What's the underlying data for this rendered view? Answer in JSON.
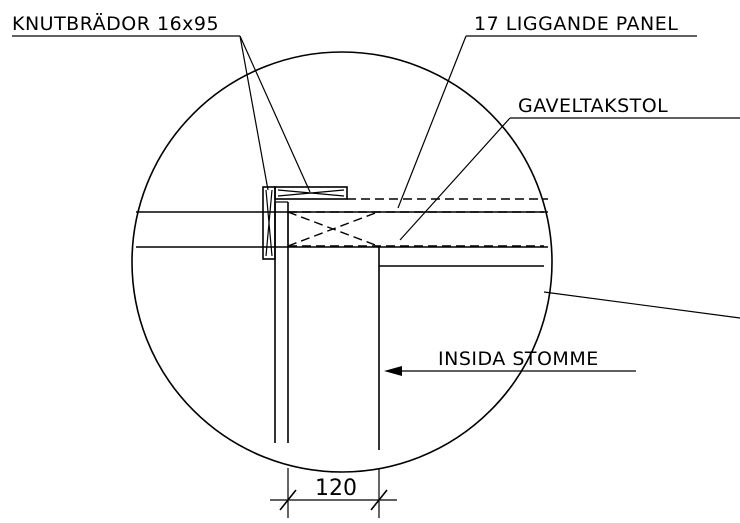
{
  "labels": {
    "knutbrador": "KNUTBRÄDOR 16x95",
    "liggande_panel": "17 LIGGANDE PANEL",
    "gaveltakstol": "GAVELTAKSTOL",
    "insida_stomme": "INSIDA STOMME"
  },
  "dimension": {
    "value": "120"
  }
}
